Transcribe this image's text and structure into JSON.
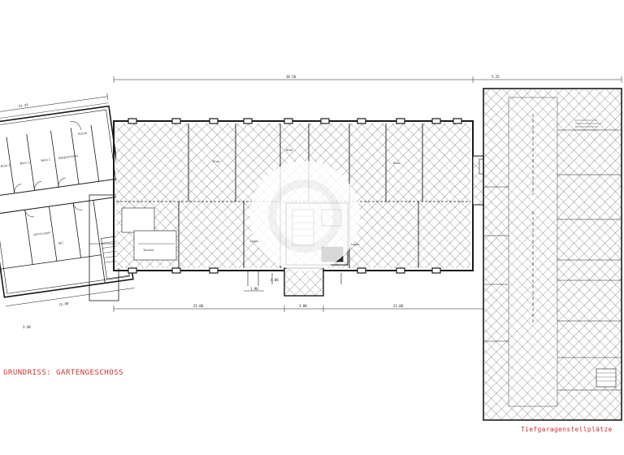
{
  "plan": {
    "title": "GRUNDRISS: GARTENGESCHOSS",
    "title_color": "#d03030",
    "garage_label": "Tiefgaragenstellplätze",
    "garage_label_color": "#d03030",
    "line_color": "#1a1a1a",
    "hatch_color": "#3a3a3a"
  },
  "rooms": {
    "room_1": "Büro 2",
    "room_2": "Büro 1",
    "room_3": "Büro 1",
    "room_4": "Besprechung",
    "room_5": "Küche",
    "room_6": "Lohnt Lager",
    "room_7": "WC",
    "room_8": "Büro",
    "room_9": "Büro",
    "room_10": "Büro",
    "room_11": "Lager",
    "room_12": "Lager",
    "room_13": "Technik"
  },
  "dimensions": {
    "d1": "31.25",
    "d2": "5.25",
    "d3": "38.50",
    "d4": "4.00",
    "d5": "1.90",
    "d6": "25.00",
    "d7": "3.00",
    "d8": "21.00",
    "d9": "3.40",
    "d10": "15.90"
  }
}
